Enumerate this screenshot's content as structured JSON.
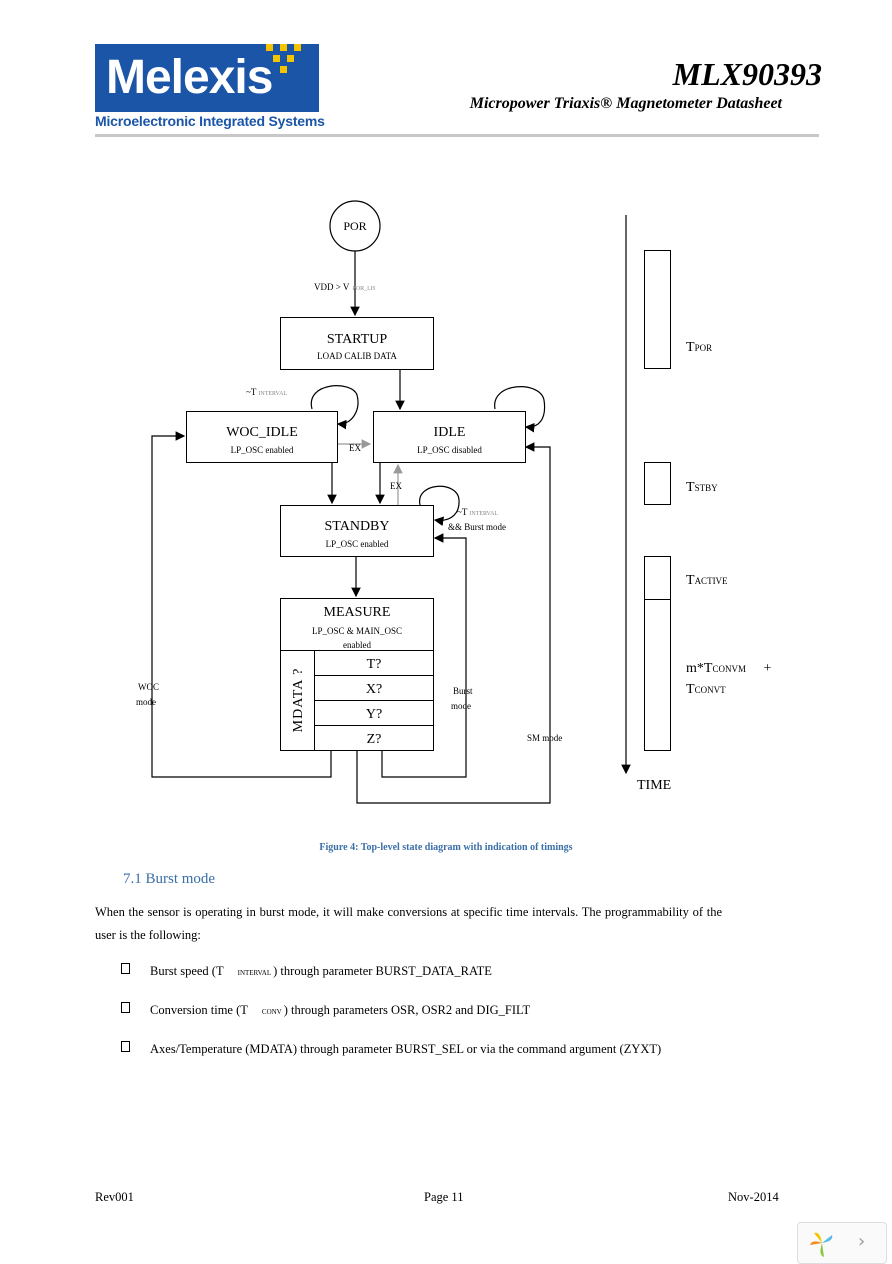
{
  "header": {
    "logo_text": "Melexis",
    "logo_subtitle": "Microelectronic Integrated Systems",
    "doc_title": "MLX90393",
    "doc_subtitle": "Micropower Triaxis® Magnetometer Datasheet"
  },
  "diagram": {
    "por": "POR",
    "vdd_label": "VDD > V",
    "vdd_sub": "POR_LH",
    "startup_title": "STARTUP",
    "startup_sub": "LOAD CALIB DATA",
    "t_interval_prefix": "~T",
    "t_interval_sub": "INTERVAL",
    "woc_title": "WOC_IDLE",
    "woc_sub": "LP_OSC enabled",
    "idle_title": "IDLE",
    "idle_sub": "LP_OSC disabled",
    "ex1": "EX",
    "ex2": "EX",
    "standby_title": "STANDBY",
    "standby_sub": "LP_OSC enabled",
    "standby_loop_prefix": "~T",
    "standby_loop_sub": "INTERVAL",
    "standby_loop_tail": "&& Burst mode",
    "measure_title": "MEASURE",
    "measure_sub1": "LP_OSC & MAIN_OSC",
    "measure_sub2": "enabled",
    "mdata": "MDATA ?",
    "rows": [
      "T?",
      "X?",
      "Y?",
      "Z?"
    ],
    "woc_mode_1": "WOC",
    "woc_mode_2": "mode",
    "burst_mode_1": "Burst",
    "burst_mode_2": "mode",
    "sm_mode": "SM mode",
    "timeline": {
      "t_por": "T",
      "t_por_sub": "POR",
      "t_stby": "T",
      "t_stby_sub": "STBY",
      "t_active": "T",
      "t_active_sub": "ACTIVE",
      "t_conv_a": "m*T",
      "t_conv_a_sub": "CONVM",
      "t_conv_plus": "+",
      "t_conv_b": "T",
      "t_conv_b_sub": "CONVT",
      "time_label": "TIME"
    }
  },
  "caption": "Figure 4: Top-level state diagram with indication of timings",
  "section_title": "7.1 Burst mode",
  "paragraph": "When the sensor is operating in burst mode, it will make conversions at specific time intervals. The programmability of the user is the following:",
  "bullets": [
    {
      "pre": "Burst speed (T",
      "sub": "INTERVAL",
      "post": ") through parameter BURST_DATA_RATE"
    },
    {
      "pre": "Conversion time (T",
      "sub": "CONV",
      "post": ") through parameters OSR, OSR2 and DIG_FILT"
    },
    {
      "pre": "Axes/Temperature (MDATA) through parameter BURST_SEL or via the command argument (ZYXT)",
      "sub": "",
      "post": ""
    }
  ],
  "footer": {
    "left": "Rev001",
    "center": "Page 11",
    "right": "Nov-2014"
  },
  "colors": {
    "brand_blue": "#1a55a8",
    "brand_yellow": "#f4c400",
    "caption_blue": "#3a6fa8"
  }
}
